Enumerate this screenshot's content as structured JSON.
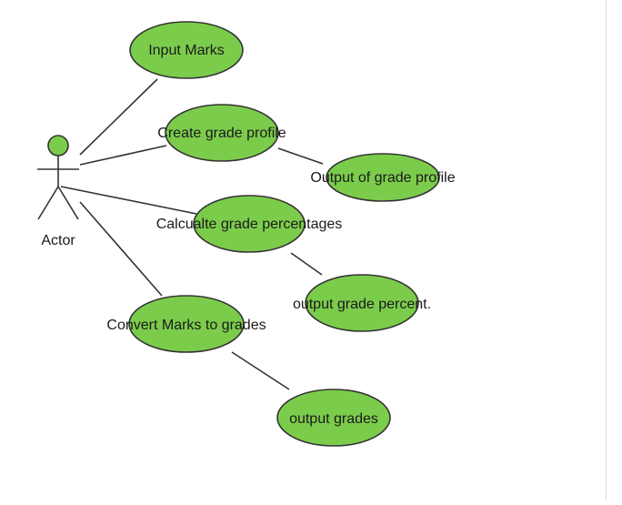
{
  "diagram": {
    "type": "use-case",
    "actor": {
      "label": "Actor"
    },
    "use_cases": [
      {
        "id": "input-marks",
        "label": "Input Marks"
      },
      {
        "id": "create-grade-profile",
        "label": "Create grade profile"
      },
      {
        "id": "output-grade-profile",
        "label": "Output of grade profile"
      },
      {
        "id": "calculate-grade-percentages",
        "label": "Calcualte grade percentages"
      },
      {
        "id": "output-grade-percent",
        "label": "output grade percent."
      },
      {
        "id": "convert-marks-to-grades",
        "label": "Convert Marks to grades"
      },
      {
        "id": "output-grades",
        "label": "output grades"
      }
    ],
    "links": [
      {
        "from": "actor",
        "to": "input-marks"
      },
      {
        "from": "actor",
        "to": "create-grade-profile"
      },
      {
        "from": "actor",
        "to": "calculate-grade-percentages"
      },
      {
        "from": "actor",
        "to": "convert-marks-to-grades"
      },
      {
        "from": "create-grade-profile",
        "to": "output-grade-profile"
      },
      {
        "from": "calculate-grade-percentages",
        "to": "output-grade-percent"
      },
      {
        "from": "convert-marks-to-grades",
        "to": "output-grades"
      }
    ],
    "colors": {
      "usecase_fill": "#7ccc4c",
      "actor_head_fill": "#7ccc4c",
      "stroke": "#333333",
      "background": "#ffffff"
    }
  }
}
